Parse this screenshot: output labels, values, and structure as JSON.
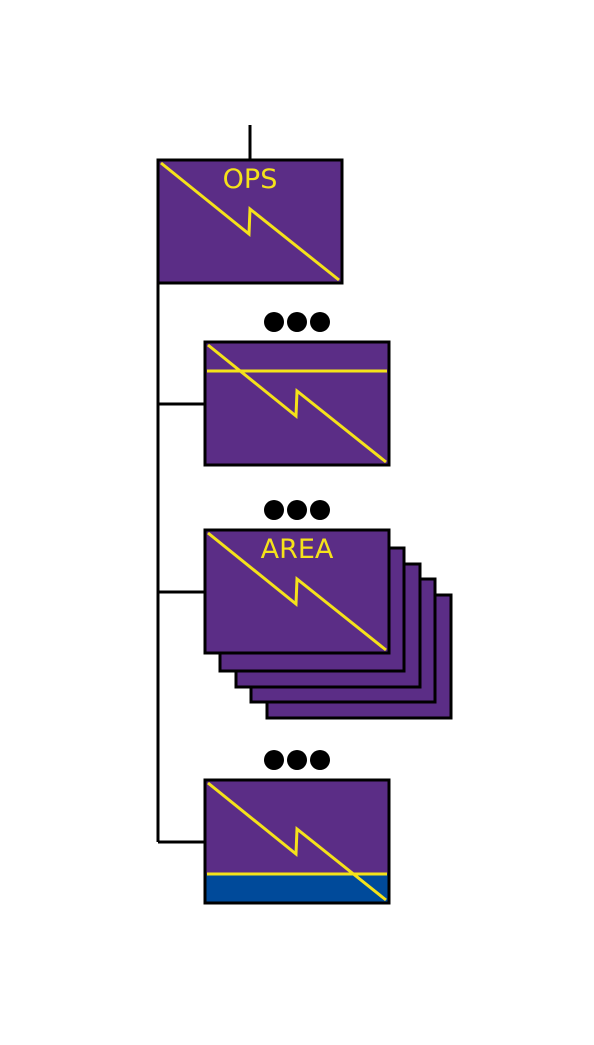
{
  "colors": {
    "unit_fill": "#5b2d86",
    "signal_line": "#f5e21a",
    "blue_band": "#004a9a",
    "outline": "#000000",
    "background": "#ffffff"
  },
  "symbols": {
    "ops": {
      "label": "OPS",
      "icon": "lightning-signal-icon"
    },
    "second_unit": {
      "label": "",
      "icon": "lightning-signal-icon",
      "modifier": "top-horizontal-line"
    },
    "area": {
      "label": "AREA",
      "icon": "lightning-signal-icon",
      "stacked_count": 5
    },
    "bottom_unit": {
      "label": "",
      "icon": "lightning-signal-icon",
      "modifier": "blue-bottom-band"
    }
  },
  "ellipsis_markers": {
    "dot_count": 3,
    "icon": "ellipsis-dots-icon"
  }
}
